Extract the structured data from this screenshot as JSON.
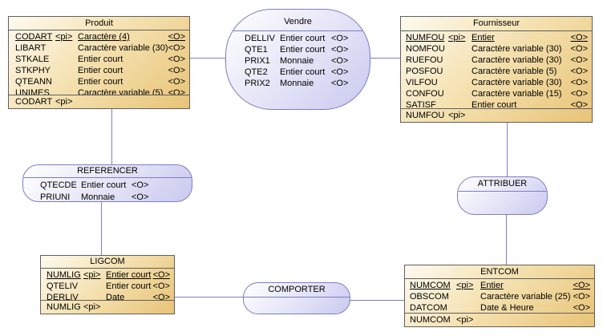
{
  "colors": {
    "entity_border": "#5f5f5f",
    "entity_fill_light": "#fefaf0",
    "entity_fill_dark": "#e8c478",
    "assoc_border": "#7d7dc4",
    "assoc_fill_light": "#ffffff",
    "assoc_fill_dark": "#c9c9ef",
    "line_color": "#8080c0"
  },
  "entities": {
    "produit": {
      "title": "Produit",
      "rows": [
        {
          "name": "CODART",
          "pi": "<pi>",
          "type": "Caractère (4)",
          "o": "<O>",
          "u": true
        },
        {
          "name": "LIBART",
          "pi": "",
          "type": "Caractère variable (30)",
          "o": "<O>"
        },
        {
          "name": "STKALE",
          "pi": "",
          "type": "Entier court",
          "o": "<O>"
        },
        {
          "name": "STKPHY",
          "pi": "",
          "type": "Entier court",
          "o": "<O>"
        },
        {
          "name": "QTEANN",
          "pi": "",
          "type": "Entier court",
          "o": "<O>"
        },
        {
          "name": "UNIMES",
          "pi": "",
          "type": "Caractère variable (5)",
          "o": "<O>"
        }
      ],
      "footer": {
        "name": "CODART",
        "pi": "<pi>"
      }
    },
    "fournisseur": {
      "title": "Fournisseur",
      "rows": [
        {
          "name": "NUMFOU",
          "pi": "<pi>",
          "type": "Entier",
          "o": "<O>",
          "u": true
        },
        {
          "name": "NOMFOU",
          "pi": "",
          "type": "Caractère variable (30)",
          "o": "<O>"
        },
        {
          "name": "RUEFOU",
          "pi": "",
          "type": "Caractère variable (30)",
          "o": "<O>"
        },
        {
          "name": "POSFOU",
          "pi": "",
          "type": "Caractère variable (5)",
          "o": "<O>"
        },
        {
          "name": "VILFOU",
          "pi": "",
          "type": "Caractère variable (30)",
          "o": "<O>"
        },
        {
          "name": "CONFOU",
          "pi": "",
          "type": "Caractère variable (15)",
          "o": "<O>"
        },
        {
          "name": "SATISF",
          "pi": "",
          "type": "Entier court",
          "o": "<O>"
        }
      ],
      "footer": {
        "name": "NUMFOU",
        "pi": "<pi>"
      }
    },
    "ligcom": {
      "title": "LIGCOM",
      "rows": [
        {
          "name": "NUMLIG",
          "pi": "<pi>",
          "type": "Entier court",
          "o": "<O>",
          "u": true
        },
        {
          "name": "QTELIV",
          "pi": "",
          "type": "Entier court",
          "o": "<O>"
        },
        {
          "name": "DERLIV",
          "pi": "",
          "type": "Date",
          "o": "<O>"
        }
      ],
      "footer": {
        "name": "NUMLIG",
        "pi": "<pi>"
      }
    },
    "entcom": {
      "title": "ENTCOM",
      "rows": [
        {
          "name": "NUMCOM",
          "pi": "<pi>",
          "type": "Entier",
          "o": "<O>",
          "u": true
        },
        {
          "name": "OBSCOM",
          "pi": "",
          "type": "Caractère variable (25)",
          "o": "<O>"
        },
        {
          "name": "DATCOM",
          "pi": "",
          "type": "Date & Heure",
          "o": "<O>"
        }
      ],
      "footer": {
        "name": "NUMCOM",
        "pi": "<pi>"
      }
    }
  },
  "associations": {
    "vendre": {
      "title": "Vendre",
      "rows": [
        {
          "name": "DELLIV",
          "type": "Entier court",
          "o": "<O>"
        },
        {
          "name": "QTE1",
          "type": "Entier court",
          "o": "<O>"
        },
        {
          "name": "PRIX1",
          "type": "Monnaie",
          "o": "<O>"
        },
        {
          "name": "QTE2",
          "type": "Entier court",
          "o": "<O>"
        },
        {
          "name": "PRIX2",
          "type": "Monnaie",
          "o": "<O>"
        }
      ]
    },
    "referencer": {
      "title": "REFERENCER",
      "rows": [
        {
          "name": "QTECDE",
          "type": "Entier court",
          "o": "<O>"
        },
        {
          "name": "PRIUNI",
          "type": "Monnaie",
          "o": "<O>"
        }
      ]
    },
    "attribuer": {
      "title": "ATTRIBUER"
    },
    "comporter": {
      "title": "COMPORTER"
    }
  }
}
